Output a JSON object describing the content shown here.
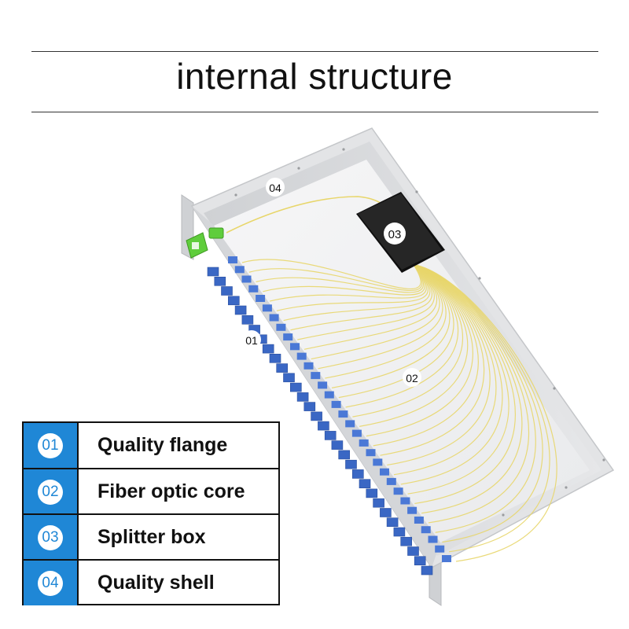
{
  "title": "internal structure",
  "labels": {
    "l01": "01",
    "l02": "02",
    "l03": "03",
    "l04": "04"
  },
  "legend": [
    {
      "num": "01",
      "text": "Quality flange"
    },
    {
      "num": "02",
      "text": "Fiber optic core"
    },
    {
      "num": "03",
      "text": "Splitter box"
    },
    {
      "num": "04",
      "text": "Quality shell"
    }
  ],
  "colors": {
    "accent": "#1f87d6",
    "adapter": "#3a67c4",
    "green_adapter": "#5fcd3c",
    "fiber": "#e8d66a",
    "splitter": "#1c1c1c",
    "shell": "#e3e4e6"
  }
}
